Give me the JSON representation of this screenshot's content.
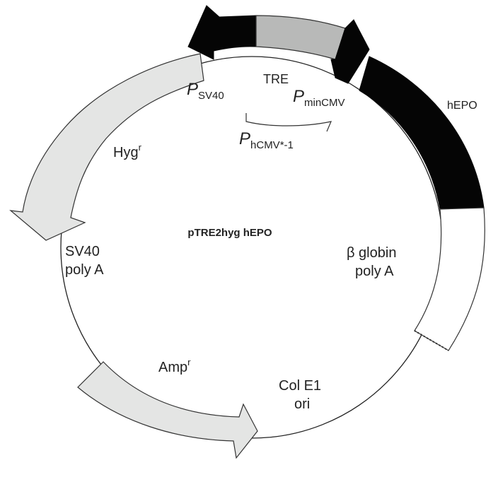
{
  "plasmid": {
    "name": "pTRE2hyg hEPO",
    "colors": {
      "dark": "#050505",
      "light": "#e4e5e4",
      "mid": "#b8b9b8",
      "white": "#ffffff",
      "backbone": "#222222"
    }
  },
  "labels": {
    "psv40_p": "P",
    "psv40_sub": "SV40",
    "tre": "TRE",
    "pmin_p": "P",
    "pmin_sub": "minCMV",
    "phcmv_p": "P",
    "phcmv_sub": "hCMV*-1",
    "hepo": "hEPO",
    "hyg": "Hyg",
    "hyg_sup": "r",
    "sv40polyA_1": "SV40",
    "sv40polyA_2": "poly A",
    "bglobin_1": "β globin",
    "bglobin_2": "poly A",
    "amp": "Amp",
    "amp_sup": "r",
    "colE1_1": "Col E1",
    "colE1_2": "ori"
  }
}
